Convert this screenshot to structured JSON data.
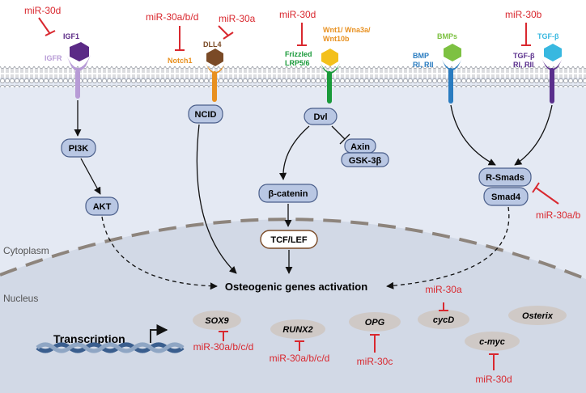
{
  "colors": {
    "mirna": "#d9282f",
    "cytoplasm": "#e4e9f3",
    "nucleus": "#d2d9e6",
    "node_fill": "#b9c7e3",
    "node_stroke": "#4a5e8a",
    "igf_purple": "#5b2a86",
    "igfr_lilac": "#b79bd6",
    "notch_orange": "#e8901f",
    "dll4_brown": "#7a4a26",
    "frizzled_green": "#1a9a3a",
    "wnt_yellow": "#f3c01b",
    "bmp_green": "#7dc142",
    "bmpr_blue": "#2a7cc0",
    "tgfb_cyan": "#38b8e0",
    "tgfbr_violet": "#5a2f8c",
    "gene_fill": "#cfc9c6"
  },
  "mirnas": {
    "igf1": "miR-30d",
    "notch_a": "miR-30a/b/d",
    "dll4": "miR-30a",
    "frizzled": "miR-30d",
    "tgf": "miR-30b",
    "smads": "miR-30a/b",
    "cycd": "miR-30a",
    "sox9": "miR-30a/b/c/d",
    "runx2": "miR-30a/b/c/d",
    "opg": "miR-30c",
    "cmyc": "miR-30d"
  },
  "receptors": {
    "igf1": "IGF1",
    "igfr": "IGFR",
    "dll4": "DLL4",
    "notch1": "Notch1",
    "wnt": [
      "Wnt1/ Wna3a/",
      "Wnt10b"
    ],
    "frizzled": [
      "Frizzled",
      "LRP5/6"
    ],
    "bmps": "BMPs",
    "bmp_r": [
      "BMP",
      "RI, RII"
    ],
    "tgf_beta": "TGF-β",
    "tgfb_r": [
      "TGF-β",
      "RI, RII"
    ]
  },
  "nodes": {
    "pi3k": "PI3K",
    "akt": "AKT",
    "ncid": "NCID",
    "dvl": "Dvl",
    "axin": "Axin",
    "gsk": "GSK-3β",
    "beta_catenin": "β-catenin",
    "tcf": "TCF/LEF",
    "rsmads": "R-Smads",
    "smad4": "Smad4"
  },
  "regions": {
    "cytoplasm": "Cytoplasm",
    "nucleus": "Nucleus"
  },
  "main_label": "Osteogenic genes activation",
  "transcription": "Transcription",
  "genes": {
    "sox9": "SOX9",
    "runx2": "RUNX2",
    "opg": "OPG",
    "cycd": "cycD",
    "cmyc": "c-myc",
    "osterix": "Osterix"
  }
}
